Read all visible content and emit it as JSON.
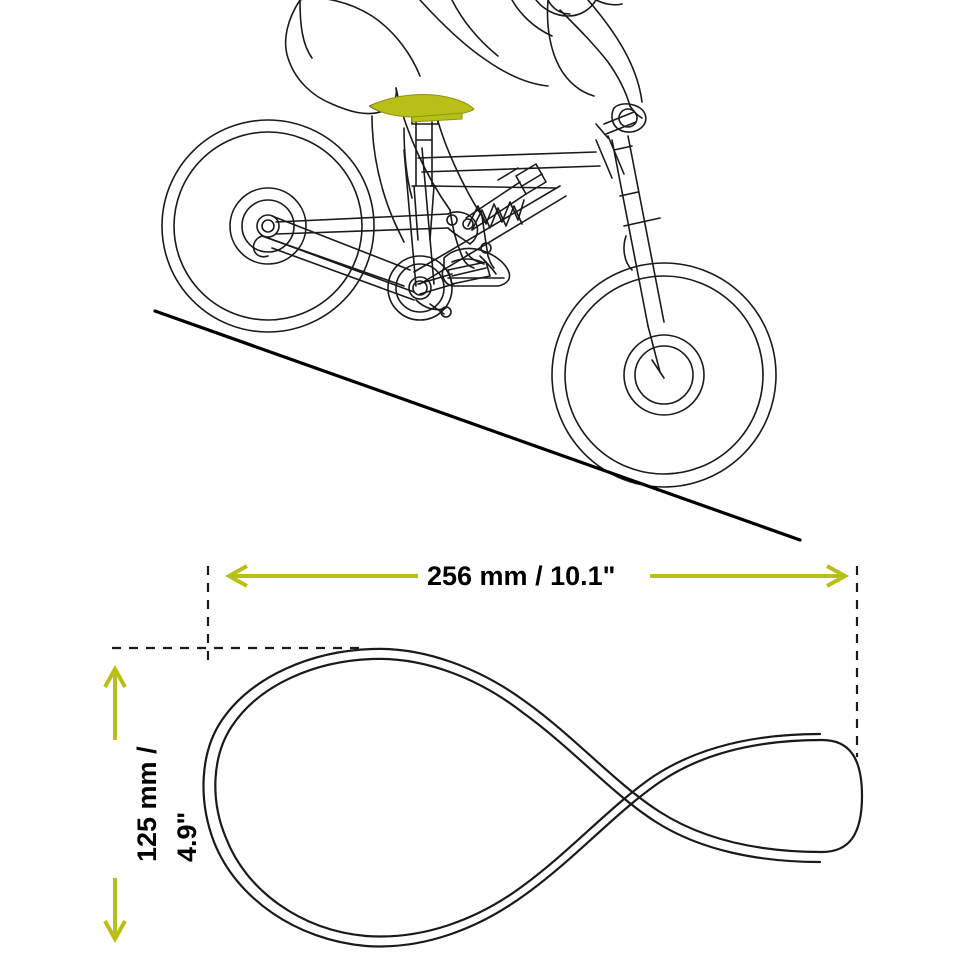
{
  "illustration": {
    "title": "Bicycle saddle dimension diagram",
    "accent_color": "#b8c017",
    "line_color": "#1a1a1a",
    "background_color": "#ffffff"
  },
  "top_view": {
    "name": "rider-on-mountain-bike-side-view",
    "description": "Side view line drawing of a cyclist seated on a full-suspension mountain bike descending a slope, with the saddle highlighted",
    "highlight_color": "#b8c017",
    "ground_label": "slope-line"
  },
  "bottom_view": {
    "name": "saddle-top-view",
    "description": "Top-down outline of the bicycle saddle"
  },
  "dimensions": {
    "width": {
      "label": "256 mm / 10.1\"",
      "value_mm": 256,
      "value_in": 10.1,
      "orientation": "horizontal"
    },
    "height": {
      "label_line_1": "125 mm /",
      "label_line_2": "4.9\"",
      "value_mm": 125,
      "value_in": 4.9,
      "orientation": "vertical"
    }
  }
}
